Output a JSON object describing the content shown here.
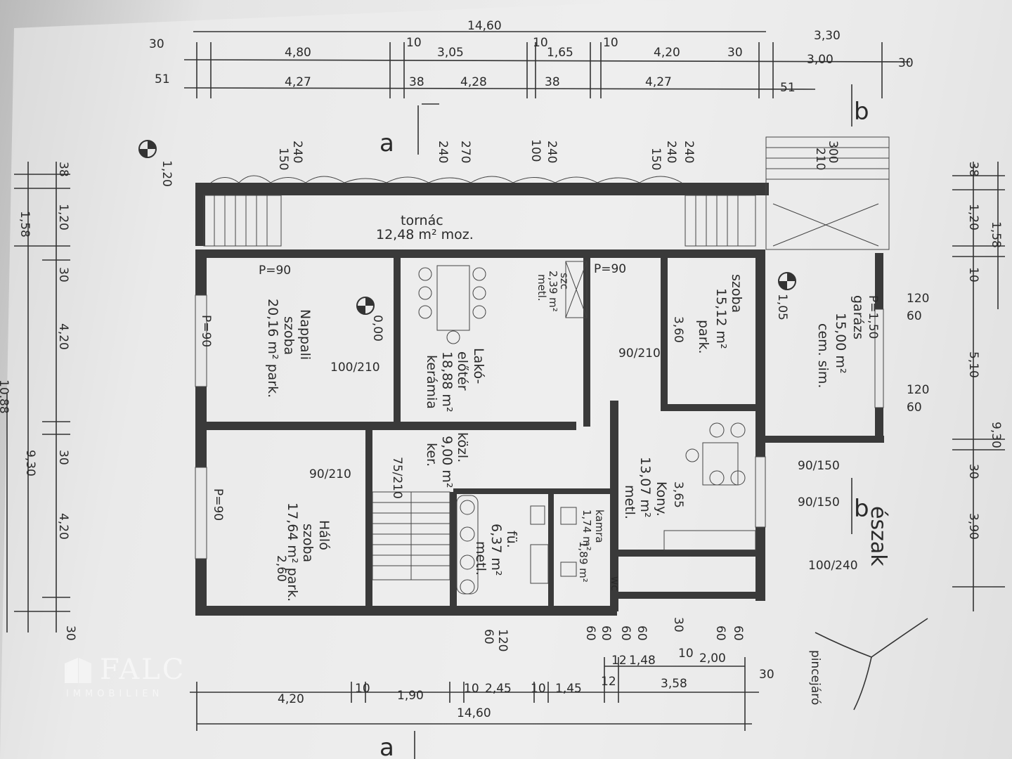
{
  "dims_top": {
    "total": "14,60",
    "row1": [
      "30",
      "4,80",
      "10",
      "3,05",
      "10",
      "1,65",
      "10",
      "4,20",
      "30",
      "3,30",
      "3,00",
      "30"
    ],
    "row2": [
      "51",
      "4,27",
      "38",
      "4,28",
      "38",
      "4,27",
      "51"
    ],
    "openings": [
      "240",
      "150",
      "240",
      "270",
      "240",
      "100",
      "240",
      "150",
      "240",
      "300",
      "210"
    ]
  },
  "dims_left": [
    "38",
    "1,20",
    "1,58",
    "30",
    "4,20",
    "9,30",
    "10,88",
    "30",
    "4,20",
    "30"
  ],
  "dims_right": [
    "38",
    "1,20",
    "1,58",
    "10",
    "120",
    "60",
    "5,10",
    "120",
    "60",
    "9,30",
    "30",
    "3,90"
  ],
  "dims_bottom": {
    "total": "14,60",
    "row": [
      "4,20",
      "10",
      "1,90",
      "10",
      "2,45",
      "10",
      "1,45",
      "12",
      "3,58",
      "30"
    ],
    "row_b": [
      "12",
      "1,48",
      "10",
      "2,00"
    ],
    "verticals": [
      "120",
      "60",
      "60",
      "60",
      "60",
      "60",
      "30",
      "60",
      "60"
    ]
  },
  "rooms": {
    "terrace": {
      "name": "tornác",
      "area": "12,48 m² moz."
    },
    "living": {
      "name": "Nappali",
      "name2": "szoba",
      "area": "20,16 m² park.",
      "p": "P=90"
    },
    "hall": {
      "name": "Lakó-",
      "name2": "előtér",
      "area": "18,88 m²",
      "floor": "kerámia"
    },
    "room": {
      "name": "szoba",
      "area": "15,12 m²",
      "floor": "park.",
      "p": "P=90",
      "h": "3,60"
    },
    "garage": {
      "name": "garázs",
      "area": "15,00 m²",
      "floor": "cem. sim.",
      "p": "P=1,50"
    },
    "bedroom": {
      "name": "Háló",
      "name2": "szoba",
      "area": "17,64 m² park.",
      "p": "P=90",
      "h": "2,60"
    },
    "corridor": {
      "name": "közl.",
      "area": "9,00 m²",
      "floor": "ker."
    },
    "kitchen": {
      "name": "Kony.",
      "area": "13,07 m²",
      "floor": "metl.",
      "h": "3,65"
    },
    "bath": {
      "name": "fü.",
      "area": "6,37 m²",
      "floor": "metl."
    },
    "wc": {
      "name": "wc",
      "area": "1,89 m²"
    },
    "pantry": {
      "name": "kamra",
      "area": "1,74 m²"
    },
    "storage": {
      "name": "szc",
      "area": "2,39 m²",
      "floor": "metl."
    }
  },
  "labels": {
    "north": "észak",
    "section_a": "a",
    "section_b": "b",
    "pincejaro": "pincejáró",
    "level_marks": [
      "1,20",
      "1,05",
      "0,00"
    ],
    "door_sizes": [
      "100/210",
      "90/210",
      "75/210",
      "90/150",
      "100/240"
    ]
  },
  "watermark": {
    "brand": "FALC",
    "sub": "IMMOBILIEN"
  }
}
